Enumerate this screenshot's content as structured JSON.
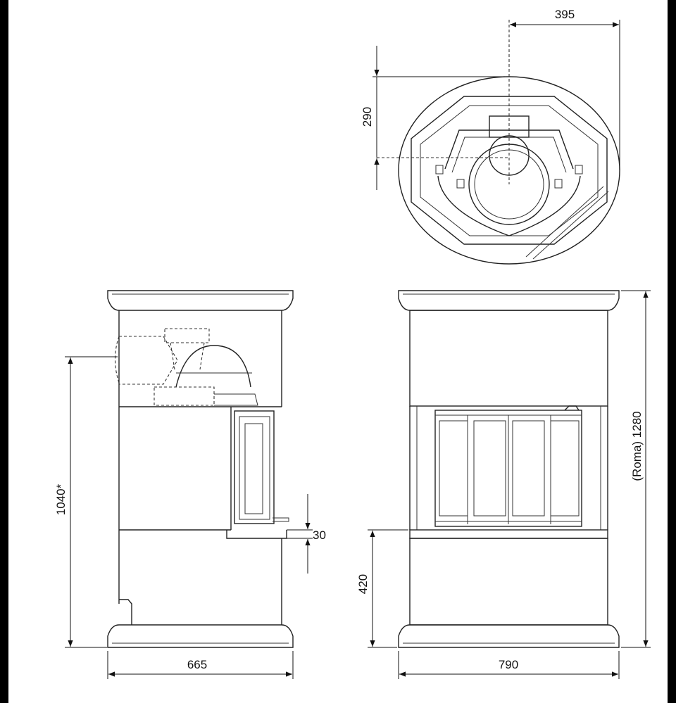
{
  "colors": {
    "line": "#222222",
    "background": "#ffffff",
    "frame": "#000000"
  },
  "dimensions": {
    "top_width": "395",
    "top_depth": "290",
    "side_height": "1040*",
    "ledge": "30",
    "side_width": "665",
    "front_height": "(Roma) 1280",
    "front_base": "420",
    "front_width": "790"
  }
}
